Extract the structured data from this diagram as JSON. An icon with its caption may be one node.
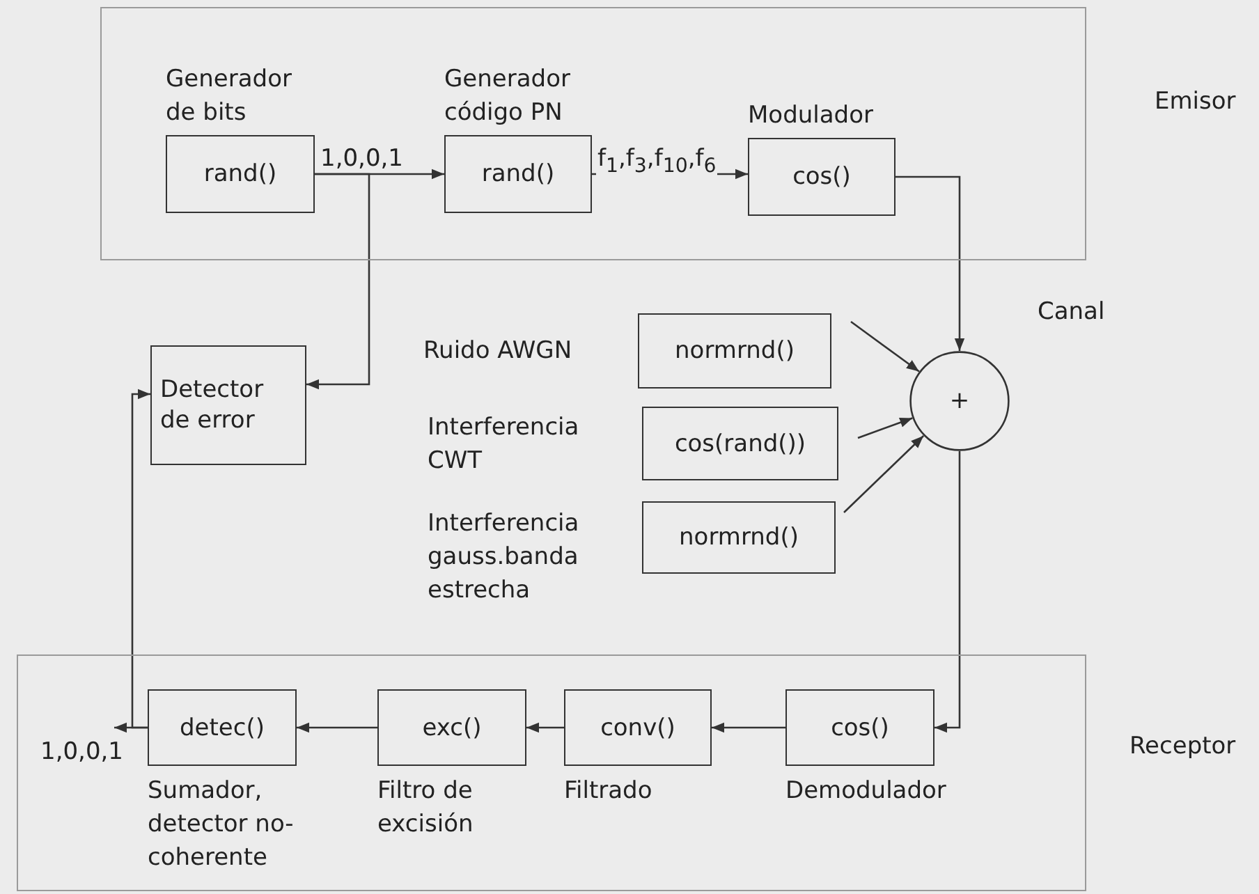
{
  "diagram": {
    "nodes": [
      {
        "text": [
          "Emisor"
        ]
      },
      {
        "text": [
          "Generador de bits",
          "rand()"
        ],
        "in": 0
      },
      {
        "text": [
          "Generador código PN",
          "rand()"
        ],
        "in": 0
      },
      {
        "text": [
          "Modulador",
          "cos()"
        ],
        "in": 0
      },
      {
        "text": [
          "Detector de error"
        ]
      },
      {
        "text": [
          "Ruido AWGN",
          "normrnd()"
        ]
      },
      {
        "text": [
          "Interferencia CWT",
          "cos(rand())"
        ]
      },
      {
        "text": [
          "Interferencia gauss.banda estrecha",
          "normrnd()"
        ]
      },
      {
        "text": [
          "+"
        ],
        "beside": [
          "Canal"
        ]
      },
      {
        "text": [
          "Receptor"
        ]
      },
      {
        "text": [
          "detec()",
          "Sumador, detector no-coherente"
        ],
        "in": 9
      },
      {
        "text": [
          "exc()",
          "Filtro de excisión"
        ],
        "in": 9
      },
      {
        "text": [
          "conv()",
          "Filtrado"
        ],
        "in": 9
      },
      {
        "text": [
          "cos()",
          "Demodulador"
        ],
        "in": 9
      }
    ],
    "edges": [
      {
        "from": 1,
        "to": 2,
        "arrow": "to",
        "label": "1,0,0,1"
      },
      {
        "from": 2,
        "to": 3,
        "arrow": "to",
        "label": "f$_{1}$,f$_{3}$,f$_{10}$,f$_{6}$"
      },
      {
        "from": 1,
        "to": 4,
        "arrow": "to"
      },
      {
        "from": 3,
        "to": 8,
        "arrow": "to"
      },
      {
        "from": 5,
        "to": 8,
        "arrow": "to"
      },
      {
        "from": 6,
        "to": 8,
        "arrow": "to"
      },
      {
        "from": 7,
        "to": 8,
        "arrow": "to"
      },
      {
        "from": 8,
        "to": 13,
        "arrow": "to"
      },
      {
        "from": 13,
        "to": 12,
        "arrow": "to"
      },
      {
        "from": 12,
        "to": 11,
        "arrow": "to"
      },
      {
        "from": 11,
        "to": 10,
        "arrow": "to"
      },
      {
        "from": 10,
        "to": null,
        "arrow": "to",
        "label": "1,0,0,1"
      },
      {
        "from": 10,
        "to": 4,
        "arrow": "to"
      }
    ]
  }
}
